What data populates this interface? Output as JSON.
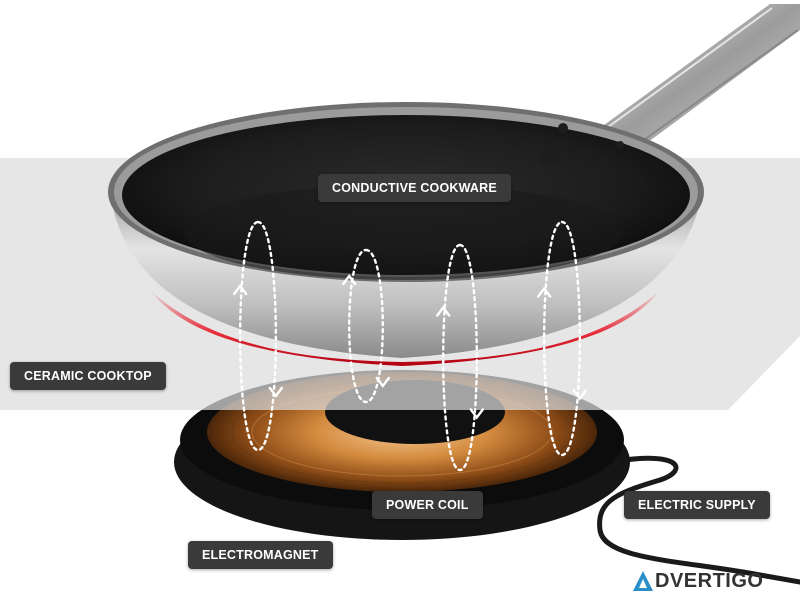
{
  "labels": {
    "conductive_cookware": "CONDUCTIVE COOKWARE",
    "ceramic_cooktop": "CERAMIC COOKTOP",
    "power_coil": "POWER COIL",
    "electric_supply": "ELECTRIC SUPPLY",
    "electromagnet": "ELECTROMAGNET"
  },
  "watermark": {
    "text": "DVERTIGO",
    "icon": "triangle-a-logo-icon"
  },
  "colors": {
    "heat_glow": "#e8101e",
    "coil_copper": "#c8782a",
    "cooktop_plane": "#dcdcdc",
    "label_bg": "#3a3a3a",
    "logo_accent": "#2a8fc9"
  }
}
